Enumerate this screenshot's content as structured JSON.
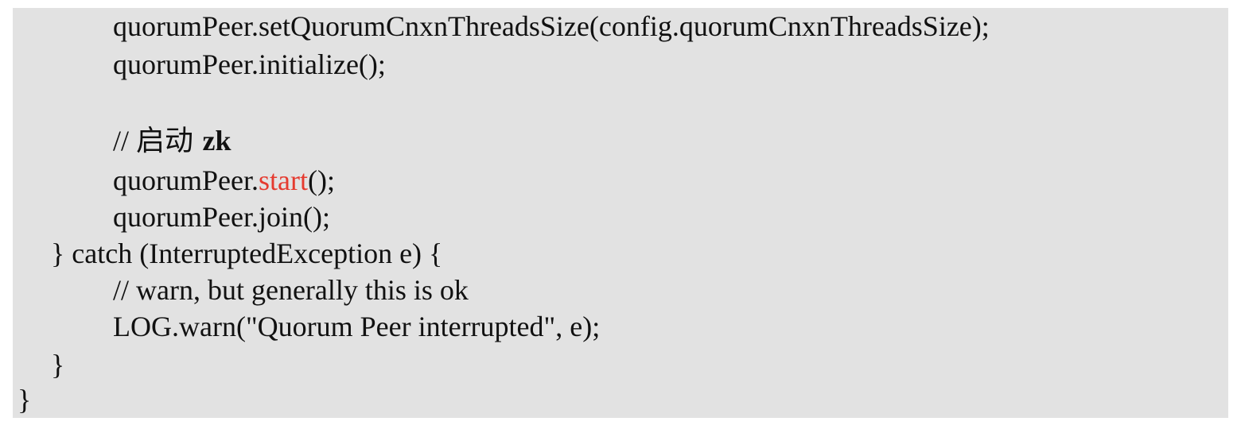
{
  "code": {
    "line_setQuorum": "quorumPeer.setQuorumCnxnThreadsSize(config.quorumCnxnThreadsSize);",
    "line_initialize": "quorumPeer.initialize();",
    "comment_start": {
      "prefix": "// ",
      "cjk": "启动 ",
      "bold_suffix": "zk"
    },
    "line_start": {
      "prefix": "quorumPeer.",
      "highlight": "start",
      "suffix": "();"
    },
    "line_join": "quorumPeer.join();",
    "line_catch": "} catch (InterruptedException e) {",
    "line_warn_comment": "// warn, but generally this is ok",
    "line_log_warn": "LOG.warn(\"Quorum Peer interrupted\", e);",
    "line_close_inner": "}",
    "line_close_outer": "}"
  },
  "colors": {
    "background": "#e2e2e2",
    "text": "#111111",
    "highlight": "#e53a2f"
  }
}
